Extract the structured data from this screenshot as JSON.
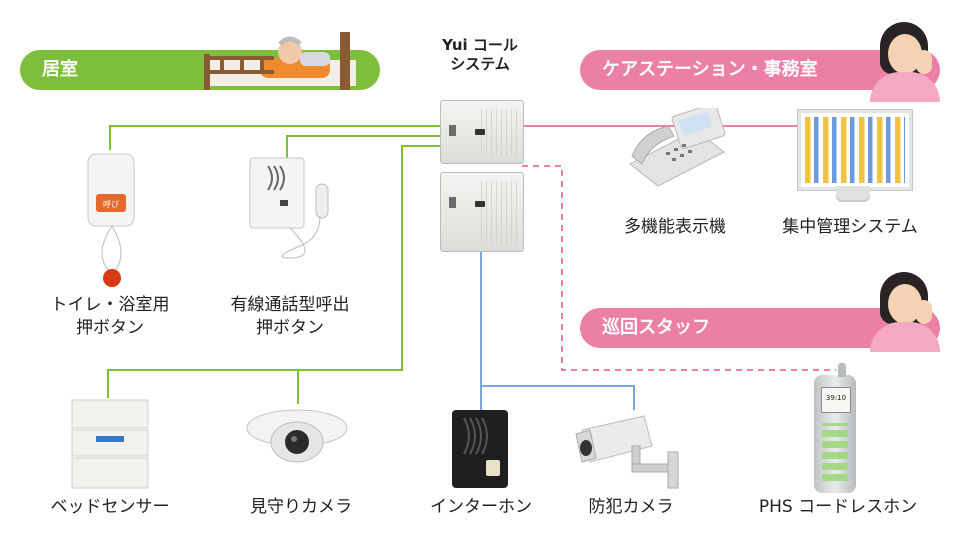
{
  "system_title": {
    "line1": "Yui コール",
    "line2": "システム"
  },
  "zones": {
    "room": "居室",
    "care_station": "ケアステーション・事務室",
    "rounds_staff": "巡回スタッフ"
  },
  "devices": {
    "toilet_button": {
      "line1": "トイレ・浴室用",
      "line2": "押ボタン",
      "plate_text": "呼び"
    },
    "wired_call_button": {
      "line1": "有線通話型呼出",
      "line2": "押ボタン"
    },
    "multi_display_phone": {
      "label": "多機能表示機"
    },
    "central_management": {
      "label": "集中管理システム"
    },
    "bed_sensor": {
      "label": "ベッドセンサー"
    },
    "watch_camera": {
      "label": "見守りカメラ"
    },
    "intercom": {
      "label": "インターホン"
    },
    "security_camera": {
      "label": "防犯カメラ"
    },
    "phs": {
      "label": "PHS コードレスホン",
      "screen_text": "39:10"
    }
  },
  "colors": {
    "green": "#7dbe3a",
    "pink": "#ec7fa6",
    "blue": "#7ea7dd"
  },
  "icons": [
    "bed-with-patient-icon",
    "nurse-with-headset-icon",
    "central-unit-icon",
    "call-button-icon",
    "camera-icon",
    "phone-icon",
    "monitor-icon",
    "phs-handset-icon"
  ]
}
